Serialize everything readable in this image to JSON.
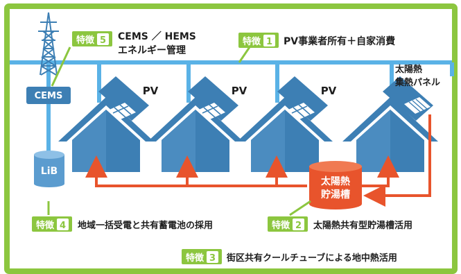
{
  "colors": {
    "frame": "#8cc63f",
    "feature_badge": "#8cc63f",
    "grid_line": "#5ab2e6",
    "house": "#3d7fb4",
    "house_light": "#6aa6d6",
    "cems_box": "#3d7fb4",
    "lib_tank": "#5b9ccf",
    "hot_water_pipe": "#e8542c",
    "storage_tank": "#e8542c"
  },
  "icons": [
    "transmission-tower-icon",
    "house-icon",
    "solar-panel-icon",
    "solar-thermal-collector-icon",
    "battery-tank-icon",
    "hot-water-tank-icon"
  ],
  "equipment": {
    "cems": "CEMS",
    "lib": "LiB",
    "pv_labels": [
      "PV",
      "PV",
      "PV"
    ],
    "solar_thermal_line1": "太陽熱",
    "solar_thermal_line2": "集熱パネル",
    "storage_tank_line1": "太陽熱",
    "storage_tank_line2": "貯湯槽"
  },
  "features": [
    {
      "tag": "特徴",
      "num": "5",
      "text_line1": "CEMS ／ HEMS",
      "text_line2": "エネルギー管理"
    },
    {
      "tag": "特徴",
      "num": "1",
      "text_line1": "PV事業者所有＋自家消費"
    },
    {
      "tag": "特徴",
      "num": "4",
      "text_line1": "地域一括受電と共有蓄電池の採用"
    },
    {
      "tag": "特徴",
      "num": "2",
      "text_line1": "太陽熱共有型貯湯槽活用"
    },
    {
      "tag": "特徴",
      "num": "3",
      "text_line1": "街区共有クールチューブによる地中熱活用"
    }
  ]
}
